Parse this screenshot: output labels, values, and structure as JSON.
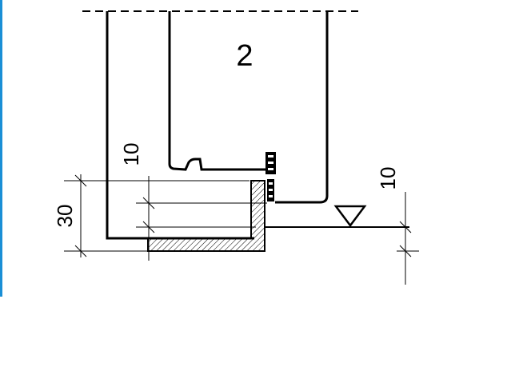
{
  "drawing": {
    "part_number": "2",
    "dimensions": {
      "left_overall": "30",
      "left_step": "10",
      "right_step": "10"
    },
    "colors": {
      "line": "#000000",
      "edge_bar": "#1a8fd6",
      "hatch": "#000000"
    },
    "symbols": [
      "level-triangle-icon",
      "hatched-angle-profile",
      "seal-gasket"
    ]
  }
}
